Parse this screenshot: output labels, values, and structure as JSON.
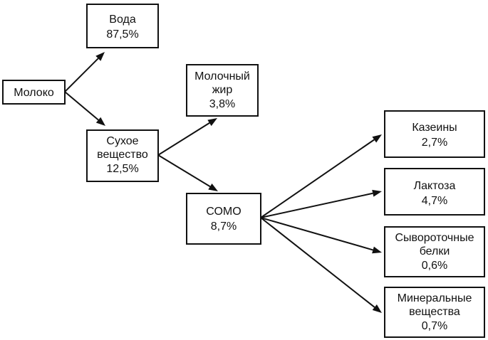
{
  "nodes": {
    "milk": {
      "lines": [
        "Молоко"
      ]
    },
    "water": {
      "lines": [
        "Вода",
        "87,5%"
      ]
    },
    "dry": {
      "lines": [
        "Сухое",
        "вещество",
        "12,5%"
      ]
    },
    "fat": {
      "lines": [
        "Молочный",
        "жир",
        "3,8%"
      ]
    },
    "somo": {
      "lines": [
        "СОМО",
        "8,7%"
      ]
    },
    "casein": {
      "lines": [
        "Казеины",
        "2,7%"
      ]
    },
    "lactose": {
      "lines": [
        "Лактоза",
        "4,7%"
      ]
    },
    "whey": {
      "lines": [
        "Сывороточные",
        "белки",
        "0,6%"
      ]
    },
    "minerals": {
      "lines": [
        "Минеральные",
        "вещества",
        "0,7%"
      ]
    }
  },
  "edges": [
    {
      "from": "milk",
      "to": "water"
    },
    {
      "from": "milk",
      "to": "dry"
    },
    {
      "from": "dry",
      "to": "fat"
    },
    {
      "from": "dry",
      "to": "somo"
    },
    {
      "from": "somo",
      "to": "casein"
    },
    {
      "from": "somo",
      "to": "lactose"
    },
    {
      "from": "somo",
      "to": "whey"
    },
    {
      "from": "somo",
      "to": "minerals"
    }
  ]
}
